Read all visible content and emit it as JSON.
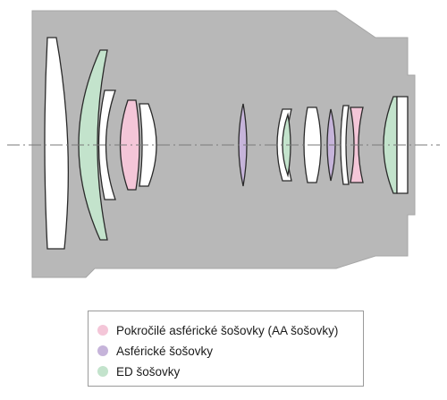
{
  "colors": {
    "barrel": "#b8b8b8",
    "barrel_stroke": "#a6a6a6",
    "lens_clear": "#ffffff",
    "lens_stroke": "#2a2a2a",
    "advanced_aspherical": "#f4c6d8",
    "aspherical": "#c6b4da",
    "ed": "#c3e3cc",
    "axis": "#7a7a7a"
  },
  "legend": {
    "items": [
      {
        "label": "Pokročilé asférické šošovky (AA šošovky)",
        "color": "#f4c6d8"
      },
      {
        "label": "Asférické šošovky",
        "color": "#c6b4da"
      },
      {
        "label": "ED šošovky",
        "color": "#c3e3cc"
      }
    ]
  }
}
